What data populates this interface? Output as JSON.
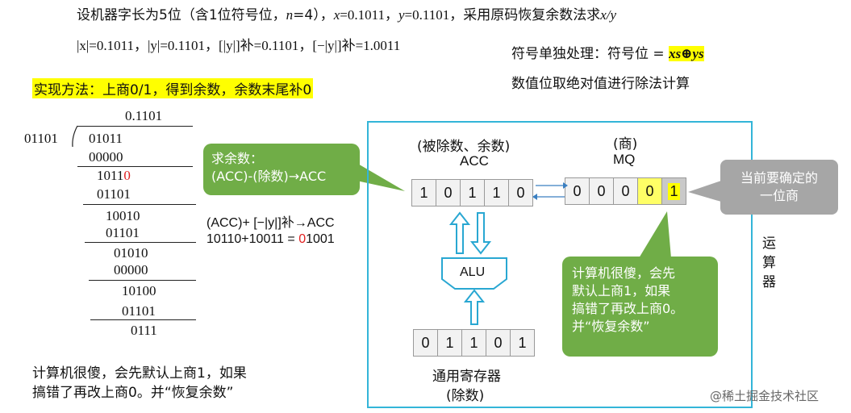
{
  "top": {
    "line1_a": "设机器字长为5位（含1位符号位，",
    "line1_n": "n",
    "line1_b": "=4），",
    "line1_x": "x",
    "line1_c": "=0.1011，",
    "line1_y": "y",
    "line1_d": "=0.1101，采用原码恢复余数法求",
    "line1_xy": "x/y",
    "line2": "|x|=0.1011，|y|=0.1101，[|y|]补=0.1101，[−|y|]补=1.0011",
    "right1_a": "符号单独处理：符号位 = ",
    "right1_formula": "xs⊕ys",
    "right2": "数值位取绝对值进行除法计算",
    "method": "实现方法：上商0/1，得到余数，余数末尾补0"
  },
  "long_division": {
    "quotient": "0.1101",
    "divisor": "01101",
    "rows": [
      "01011",
      "00000",
      "10110",
      "01101",
      "10010",
      "01101",
      "01010",
      "00000",
      "10100",
      "01101",
      "0111"
    ]
  },
  "callout_remainder": {
    "line1": "求余数：",
    "line2": "(ACC)-(除数)→ACC"
  },
  "calc": {
    "line1": "(ACC)+ [−|y|]补→ACC",
    "line2_a": "10110+10011 = ",
    "line2_red": "0",
    "line2_b": "1001"
  },
  "acc": {
    "label1": "(被除数、余数)",
    "label2": "ACC",
    "cells": [
      "1",
      "0",
      "1",
      "1",
      "0"
    ]
  },
  "mq": {
    "label1": "(商)",
    "label2": "MQ",
    "cells": [
      "0",
      "0",
      "0",
      "0",
      "1"
    ]
  },
  "alu": {
    "label": "ALU"
  },
  "gpr": {
    "label1": "通用寄存器",
    "label2": "(除数)",
    "cells": [
      "0",
      "1",
      "1",
      "0",
      "1"
    ]
  },
  "note_current": "当前要确定的一位商",
  "callout_computer": {
    "line1": "计算机很傻，会先",
    "line2": "默认上商1，如果",
    "line3": "搞错了再改上商0。",
    "line4": "并“恢复余数”"
  },
  "side_label": [
    "运",
    "算",
    "器"
  ],
  "bottom_note": {
    "line1": "计算机很傻，会先默认上商1，如果",
    "line2": "搞错了再改上商0。并“恢复余数”"
  },
  "watermark": "@稀土掘金技术社区",
  "colors": {
    "green": "#70ad47",
    "blue": "#33b5d8",
    "yellow": "#ffff00",
    "red": "#e02020",
    "gray": "#a6a6a6"
  }
}
